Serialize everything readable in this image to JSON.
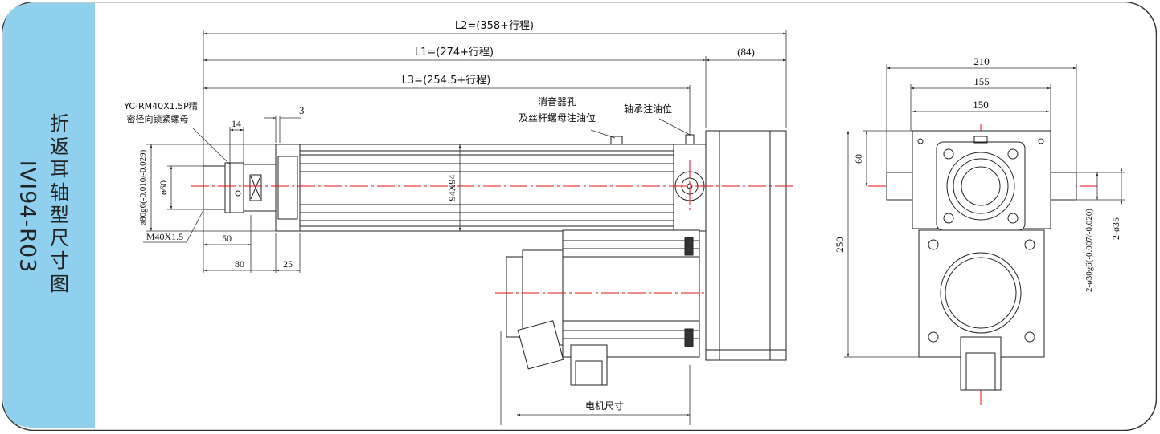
{
  "sidebar": {
    "title_cn": "折返耳轴型尺寸图",
    "model": "IVI94-R03",
    "bg_color": "#8fd0ee"
  },
  "dimensions": {
    "l2": "L2=(358+行程)",
    "l1": "L1=(274+行程)",
    "l3": "L3=(254.5+行程)",
    "d84": "(84)",
    "nut_note_1": "YC-RM40X1.5P精",
    "nut_note_2": "密径向锁紧螺母",
    "d3": "3",
    "d14": "14",
    "d80g6": "ø80g6(-0.010/-0.029)",
    "d60": "ø60",
    "thread": "M40X1.5",
    "d50": "50",
    "d80": "80",
    "d25": "25",
    "muffler_1": "消音器孔",
    "muffler_2": "及丝杆螺母注油位",
    "bearing_oil": "轴承注油位",
    "tube": "94X94",
    "motor": "电机尺寸",
    "w210": "210",
    "w155": "155",
    "w150": "150",
    "h60": "60",
    "h250": "250",
    "shaft_fit": "2-ø30g6(-0.007/-0.020)",
    "shaft_dia": "2-ø35"
  },
  "colors": {
    "center_line": "#e01010",
    "outline": "#222222",
    "dim_line": "#333333"
  }
}
